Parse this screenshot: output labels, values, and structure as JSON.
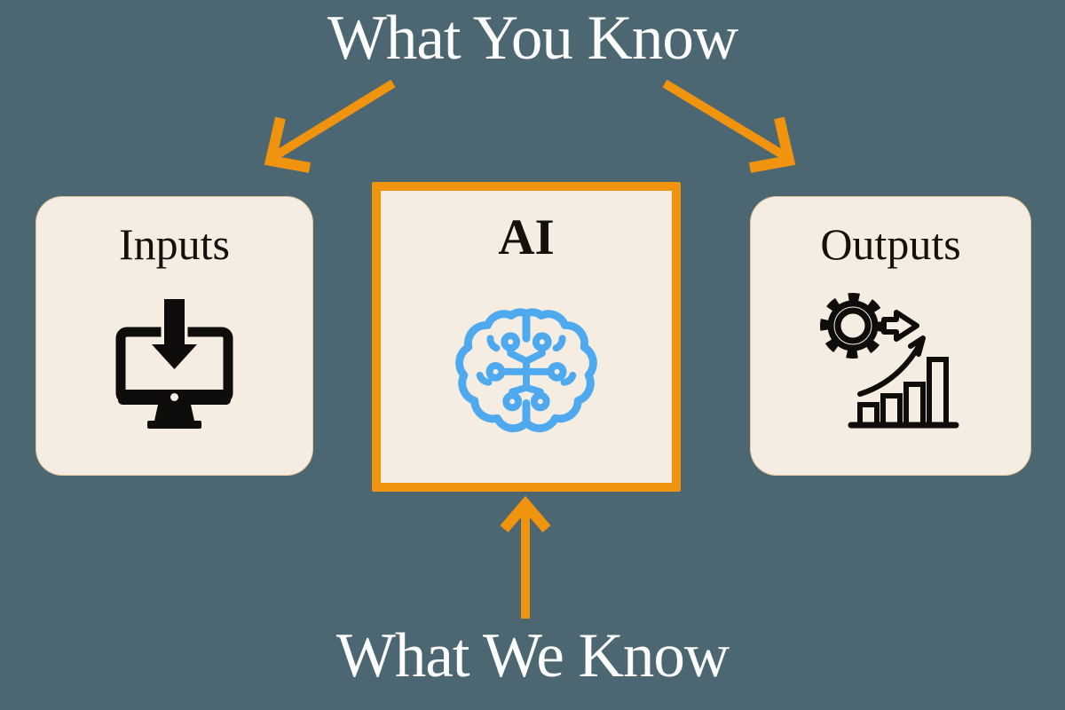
{
  "diagram": {
    "top_label": "What You Know",
    "bottom_label": "What We Know",
    "nodes": [
      {
        "id": "inputs",
        "label": "Inputs",
        "icon": "monitor-download-icon"
      },
      {
        "id": "ai",
        "label": "AI",
        "icon": "brain-circuit-icon",
        "highlighted": true
      },
      {
        "id": "outputs",
        "label": "Outputs",
        "icon": "gear-growth-chart-icon"
      }
    ],
    "arrows": [
      {
        "from": "What You Know",
        "to": "Inputs"
      },
      {
        "from": "What You Know",
        "to": "Outputs"
      },
      {
        "from": "What We Know",
        "to": "AI"
      }
    ],
    "colors": {
      "background": "#4C6771",
      "card": "#F5EDE1",
      "accent_orange": "#F0930F",
      "brain_blue": "#4FA9EF",
      "ink": "#0E0D0B",
      "title_text": "#FFFFFF"
    }
  }
}
